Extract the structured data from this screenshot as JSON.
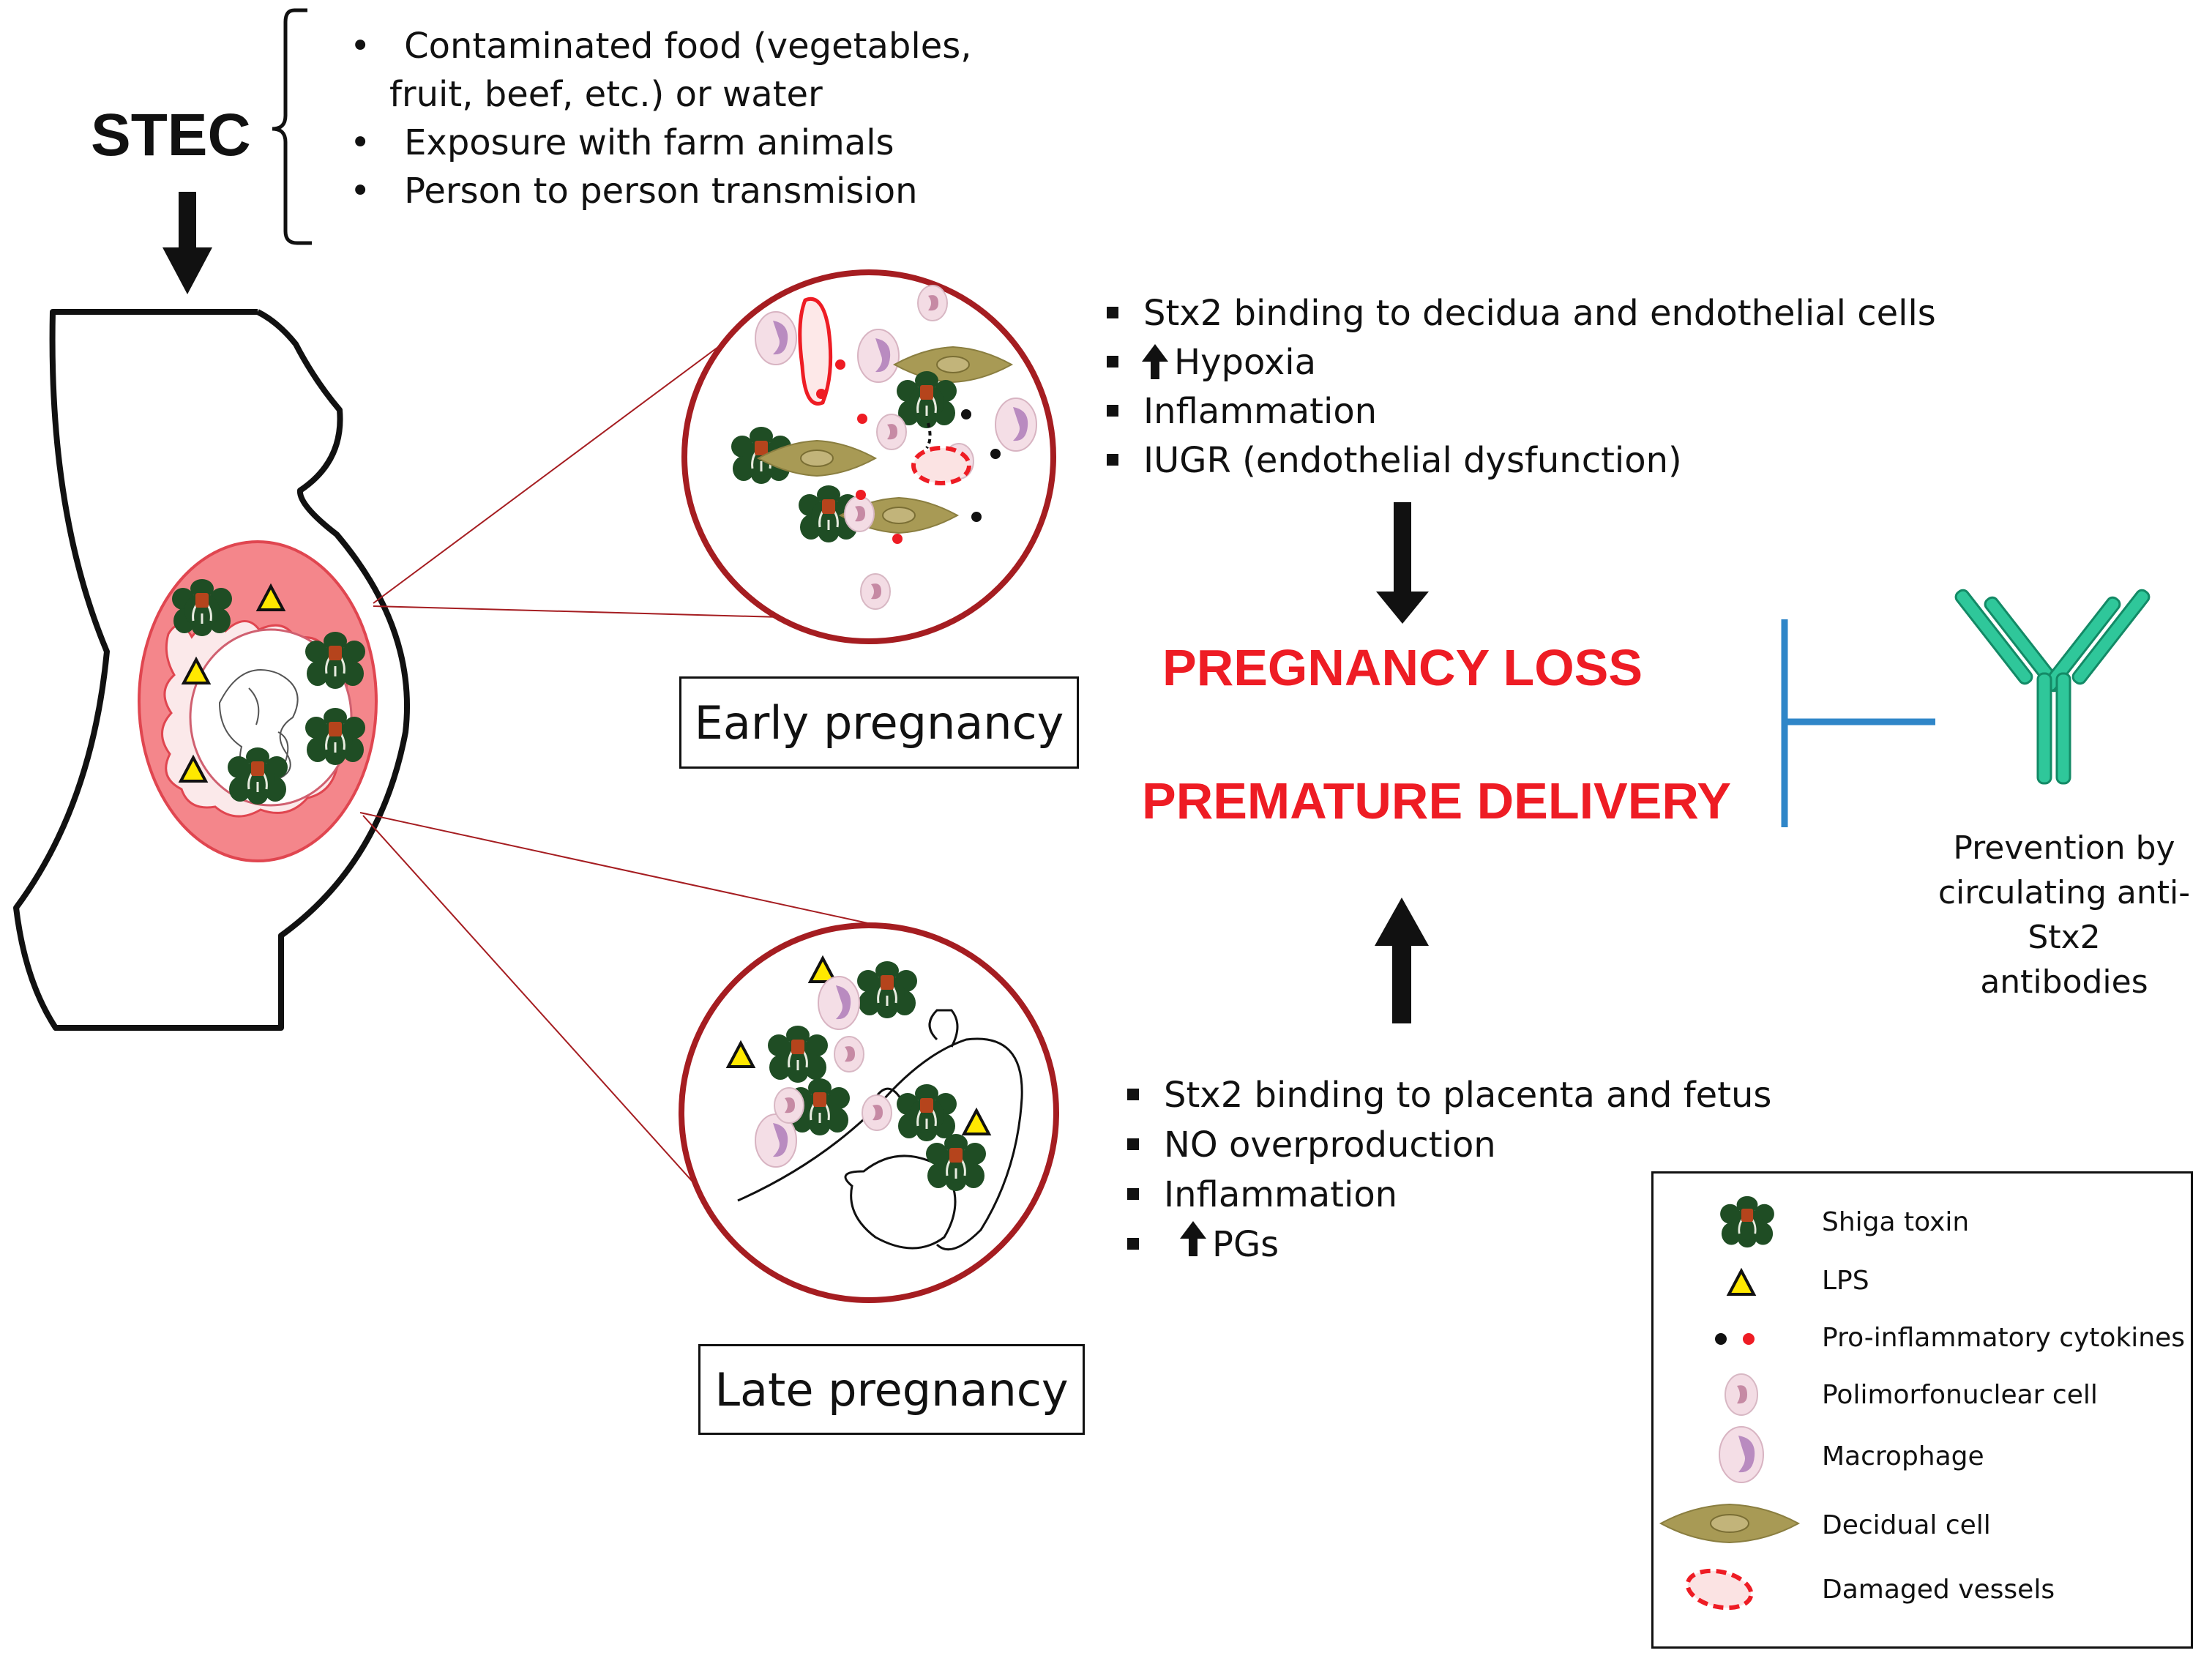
{
  "source": {
    "title": "STEC",
    "items": [
      "Contaminated food (vegetables,",
      "fruit, beef, etc.) or water",
      "Exposure with farm animals",
      "Person to person transmision"
    ]
  },
  "early": {
    "label": "Early pregnancy",
    "effects": [
      "Stx2 binding to decidua and endothelial cells",
      "Hypoxia",
      "Inflammation",
      "IUGR (endothelial dysfunction)"
    ]
  },
  "late": {
    "label": "Late pregnancy",
    "effects": [
      "Stx2 binding to placenta and fetus",
      "NO overproduction",
      "Inflammation",
      "PGs"
    ]
  },
  "outcomes": {
    "loss": "PREGNANCY LOSS",
    "delivery": "PREMATURE DELIVERY"
  },
  "prevention": {
    "line1": "Prevention by",
    "line2": "circulating anti-Stx2",
    "line3": "antibodies"
  },
  "legend": {
    "items": [
      "Shiga toxin",
      "LPS",
      "Pro-inflammatory cytokines",
      "Polimorfonuclear cell",
      "Macrophage",
      "Decidual cell",
      "Damaged vessels"
    ]
  },
  "colors": {
    "outcome_red": "#ee1c24",
    "circle_border": "#a51d21",
    "uterus_fill": "#f4868b",
    "toxin_green": "#1f4d24",
    "toxin_core": "#b5441c",
    "lps_yellow": "#ffe800",
    "decidual_olive": "#a89a55",
    "antibody_teal": "#1fba8d",
    "inhibition_blue": "#2f86c8"
  }
}
